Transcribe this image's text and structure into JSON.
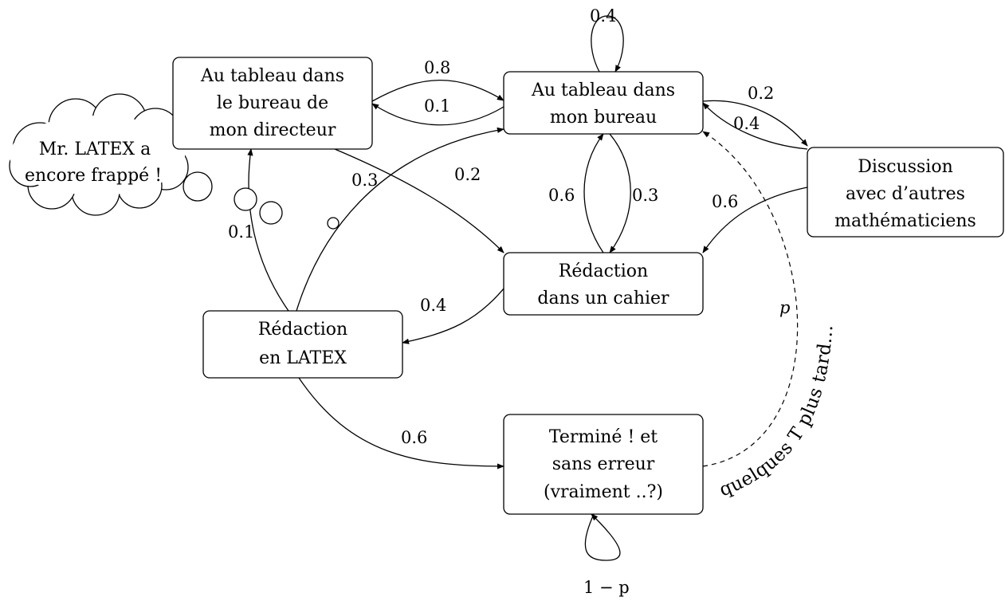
{
  "nodes": {
    "director_board": [
      "Au tableau dans",
      "le bureau de",
      "mon directeur"
    ],
    "my_board": [
      "Au tableau dans",
      "mon bureau"
    ],
    "discussion": [
      "Discussion",
      "avec d’autres",
      "mathématiciens"
    ],
    "notebook": [
      "Rédaction",
      "dans un cahier"
    ],
    "latex": [
      "Rédaction",
      "en LATEX"
    ],
    "done": [
      "Terminé ! et",
      "sans erreur",
      "(vraiment ..?)"
    ]
  },
  "thought_bubble": [
    "Mr. LATEX  a",
    "encore frappé !"
  ],
  "edge_labels": {
    "my_board_loop": "0.4",
    "director_to_my": "0.8",
    "my_to_director": "0.1",
    "my_to_discussion": "0.2",
    "discussion_to_my": "0.4",
    "director_to_notebook": "0.2",
    "latex_to_my": "0.3",
    "notebook_to_my": "0.6",
    "my_to_notebook": "0.3",
    "discussion_to_notebook": "0.6",
    "latex_to_director": "0.1",
    "notebook_to_latex": "0.4",
    "latex_to_done": "0.6",
    "done_to_my": "p",
    "done_loop": "1 − p"
  },
  "curved_caption": "quelques T plus tard..."
}
